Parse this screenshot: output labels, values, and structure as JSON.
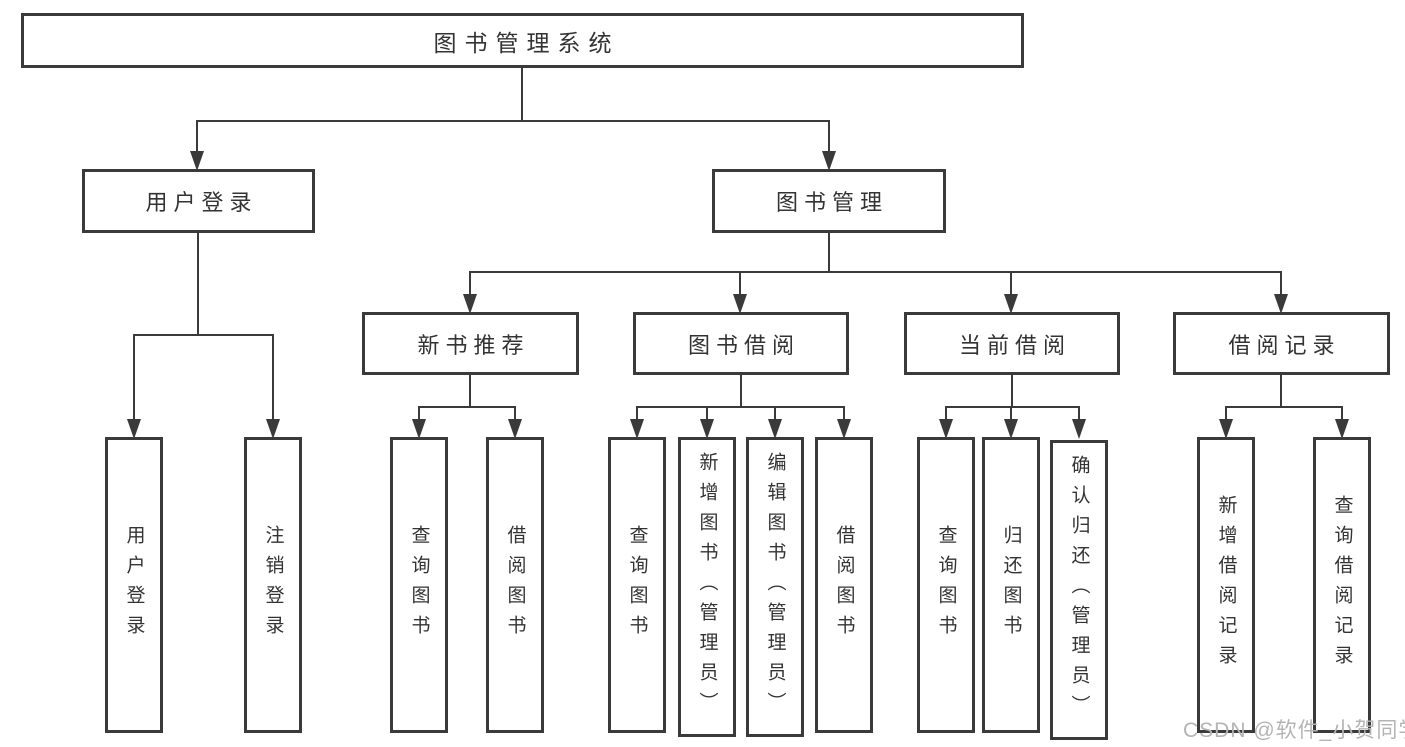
{
  "colors": {
    "line": "#3a3a3a",
    "text": "#333333",
    "bg": "#ffffff",
    "watermark": "#b4b4b4"
  },
  "watermark": {
    "text": "CSDN @软件_小贺同学"
  },
  "tree": {
    "root": {
      "label": "图书管理系统",
      "children": [
        {
          "label": "用户登录",
          "children": [
            {
              "label": "用户登录"
            },
            {
              "label": "注销登录"
            }
          ]
        },
        {
          "label": "图书管理",
          "children": [
            {
              "label": "新书推荐",
              "children": [
                {
                  "label": "查询图书"
                },
                {
                  "label": "借阅图书"
                }
              ]
            },
            {
              "label": "图书借阅",
              "children": [
                {
                  "label": "查询图书"
                },
                {
                  "label": "新增图书（管理员）"
                },
                {
                  "label": "编辑图书（管理员）"
                },
                {
                  "label": "借阅图书"
                }
              ]
            },
            {
              "label": "当前借阅",
              "children": [
                {
                  "label": "查询图书"
                },
                {
                  "label": "归还图书"
                },
                {
                  "label": "确认归还（管理员）"
                }
              ]
            },
            {
              "label": "借阅记录",
              "children": [
                {
                  "label": "新增借阅记录"
                },
                {
                  "label": "查询借阅记录"
                }
              ]
            }
          ]
        }
      ]
    }
  }
}
